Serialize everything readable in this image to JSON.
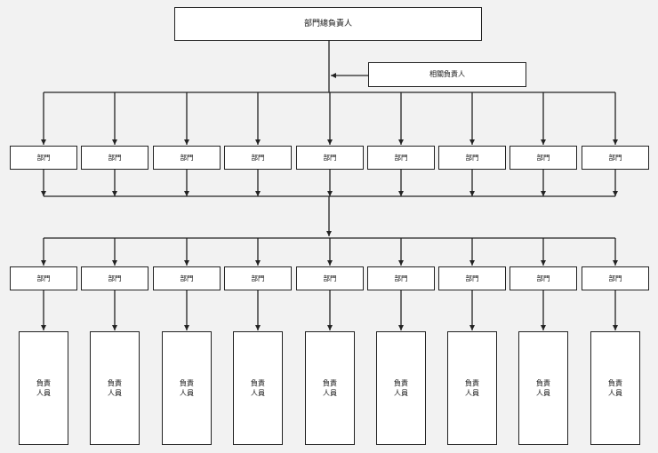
{
  "top": {
    "label": "部門總負責人"
  },
  "side": {
    "label": "相關負責人"
  },
  "depts_row1": [
    "部門",
    "部門",
    "部門",
    "部門",
    "部門",
    "部門",
    "部門",
    "部門",
    "部門"
  ],
  "depts_row2": [
    "部門",
    "部門",
    "部門",
    "部門",
    "部門",
    "部門",
    "部門",
    "部門",
    "部門"
  ],
  "staff": [
    [
      "負責",
      "人員"
    ],
    [
      "負責",
      "人員"
    ],
    [
      "負責",
      "人員"
    ],
    [
      "負責",
      "人員"
    ],
    [
      "負責",
      "人員"
    ],
    [
      "負責",
      "人員"
    ],
    [
      "負責",
      "人員"
    ],
    [
      "負責",
      "人員"
    ],
    [
      "負責",
      "人員"
    ]
  ],
  "colors": {
    "line": "#222222",
    "box_fill": "#ffffff",
    "background": "#f2f2f2"
  }
}
